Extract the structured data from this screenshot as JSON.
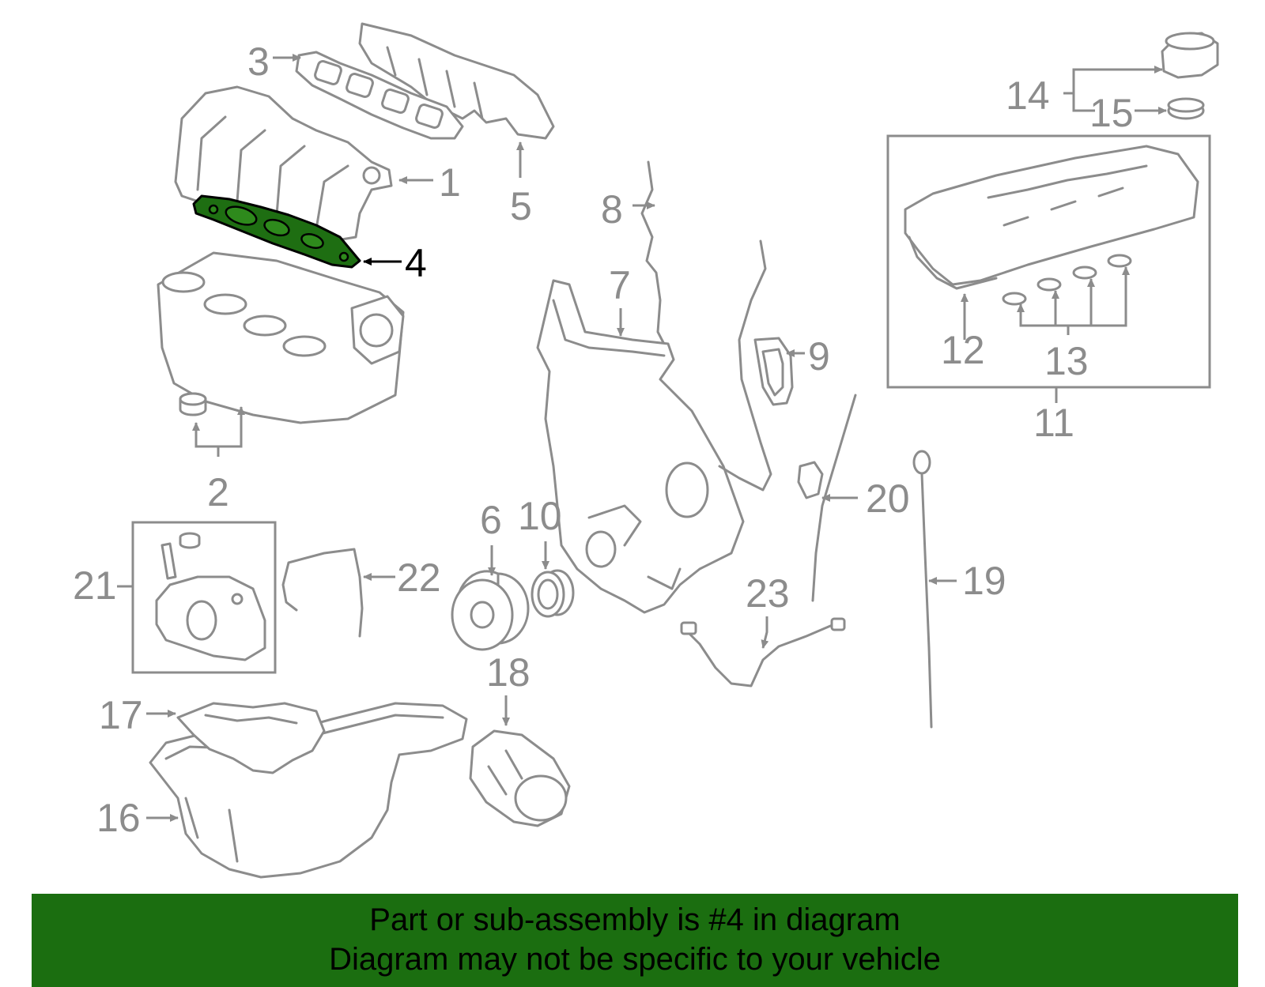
{
  "callouts": {
    "c1": "1",
    "c2": "2",
    "c3": "3",
    "c4": "4",
    "c5": "5",
    "c6": "6",
    "c7": "7",
    "c8": "8",
    "c9": "9",
    "c10": "10",
    "c11": "11",
    "c12": "12",
    "c13": "13",
    "c14": "14",
    "c15": "15",
    "c16": "16",
    "c17": "17",
    "c18": "18",
    "c19": "19",
    "c20": "20",
    "c21": "21",
    "c22": "22",
    "c23": "23"
  },
  "highlighted_part": "4",
  "colors": {
    "highlight": "#1e6e12",
    "banner": "#1b6e10",
    "line_art": "#8c8c8c"
  },
  "banner": {
    "line1": "Part or sub-assembly is #4 in diagram",
    "line2": "Diagram may not be specific to your vehicle"
  }
}
